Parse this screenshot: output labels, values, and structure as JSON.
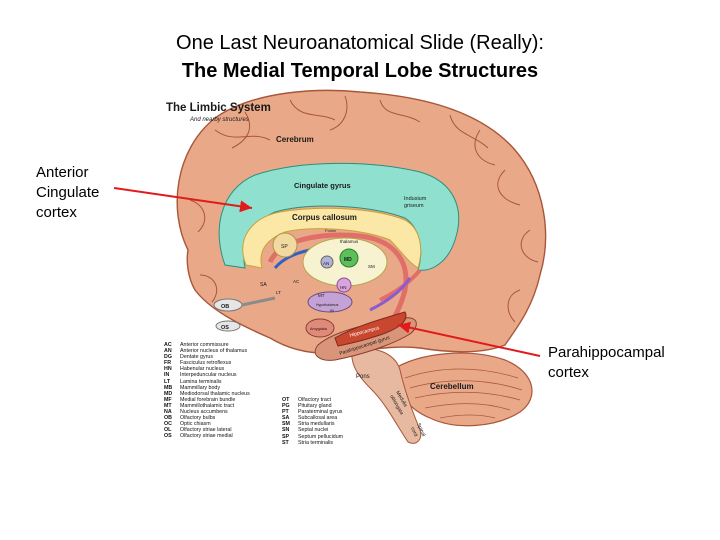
{
  "slide": {
    "title_line1": "One Last Neuroanatomical Slide (Really):",
    "title_line2": "The Medial Temporal Lobe Structures"
  },
  "labels": {
    "left": [
      "Anterior",
      "Cingulate",
      "cortex"
    ],
    "right": [
      "Parahippocampal",
      "cortex"
    ]
  },
  "diagram": {
    "heading": "The Limbic System",
    "subheading": "And nearby structures",
    "structures": {
      "cerebrum": "Cerebrum",
      "cingulate_gyrus": "Cingulate gyrus",
      "indusium": [
        "Indusium",
        "griseum"
      ],
      "corpus_callosum": "Corpus callosum",
      "fornix": "Fornix",
      "thalamus": "thalamus",
      "md": "MD",
      "an": "AN",
      "sp": "SP",
      "ac": "AC",
      "sa": "SA",
      "sm": "SM",
      "hn": "HN",
      "lt": "LT",
      "ob": "OB",
      "os": "OS",
      "mt": "MT",
      "in": "IN",
      "hypothalamus": "Hypothalamus",
      "amygdala": "Amygdala",
      "hippocampus": "Hippocampus",
      "parahippocampal_gyrus": "Parahippocampal gyrus",
      "pons": "Pons",
      "cerebellum": "Cerebellum",
      "medulla": [
        "Medulla",
        "oblongata"
      ],
      "spinal_cord": [
        "Spinal",
        "cord"
      ]
    },
    "legend_col1": [
      [
        "AC",
        "Anterior commissure"
      ],
      [
        "AN",
        "Anterior nucleus of thalamus"
      ],
      [
        "DG",
        "Dentate gyrus"
      ],
      [
        "FR",
        "Fasciculus retroflexus"
      ],
      [
        "HN",
        "Habenular nucleus"
      ],
      [
        "IN",
        "Interpeduncular nucleus"
      ],
      [
        "LT",
        "Lamina terminalis"
      ],
      [
        "MB",
        "Mammillary body"
      ],
      [
        "MD",
        "Mediodorsal thalamic nucleus"
      ],
      [
        "MF",
        "Medial forebrain bundle"
      ],
      [
        "MT",
        "Mammillothalamic tract"
      ],
      [
        "NA",
        "Nucleus accumbens"
      ],
      [
        "OB",
        "Olfactory bulbs"
      ],
      [
        "OC",
        "Optic chiasm"
      ],
      [
        "OL",
        "Olfactory striae lateral"
      ],
      [
        "OS",
        "Olfactory striae medial"
      ]
    ],
    "legend_col2": [
      [
        "OT",
        "Olfactory tract"
      ],
      [
        "PG",
        "Pituitary gland"
      ],
      [
        "PT",
        "Paraterminal gyrus"
      ],
      [
        "SA",
        "Subcallosal area"
      ],
      [
        "SM",
        "Stria medullaris"
      ],
      [
        "SN",
        "Septal nuclei"
      ],
      [
        "SP",
        "Septum pellucidum"
      ],
      [
        "ST",
        "Stria terminalis"
      ]
    ]
  },
  "colors": {
    "cortex": "#e9a988",
    "cortex_line": "#a8563a",
    "cingulate": "#8fe0cf",
    "corpus_callosum": "#fbe7a6",
    "thalamus": "#f7f3d0",
    "arrow": "#e01b1b",
    "hippocampus": "#c9472f",
    "parahippocampal": "#d9957a",
    "brainstem": "#e7b9a0"
  }
}
